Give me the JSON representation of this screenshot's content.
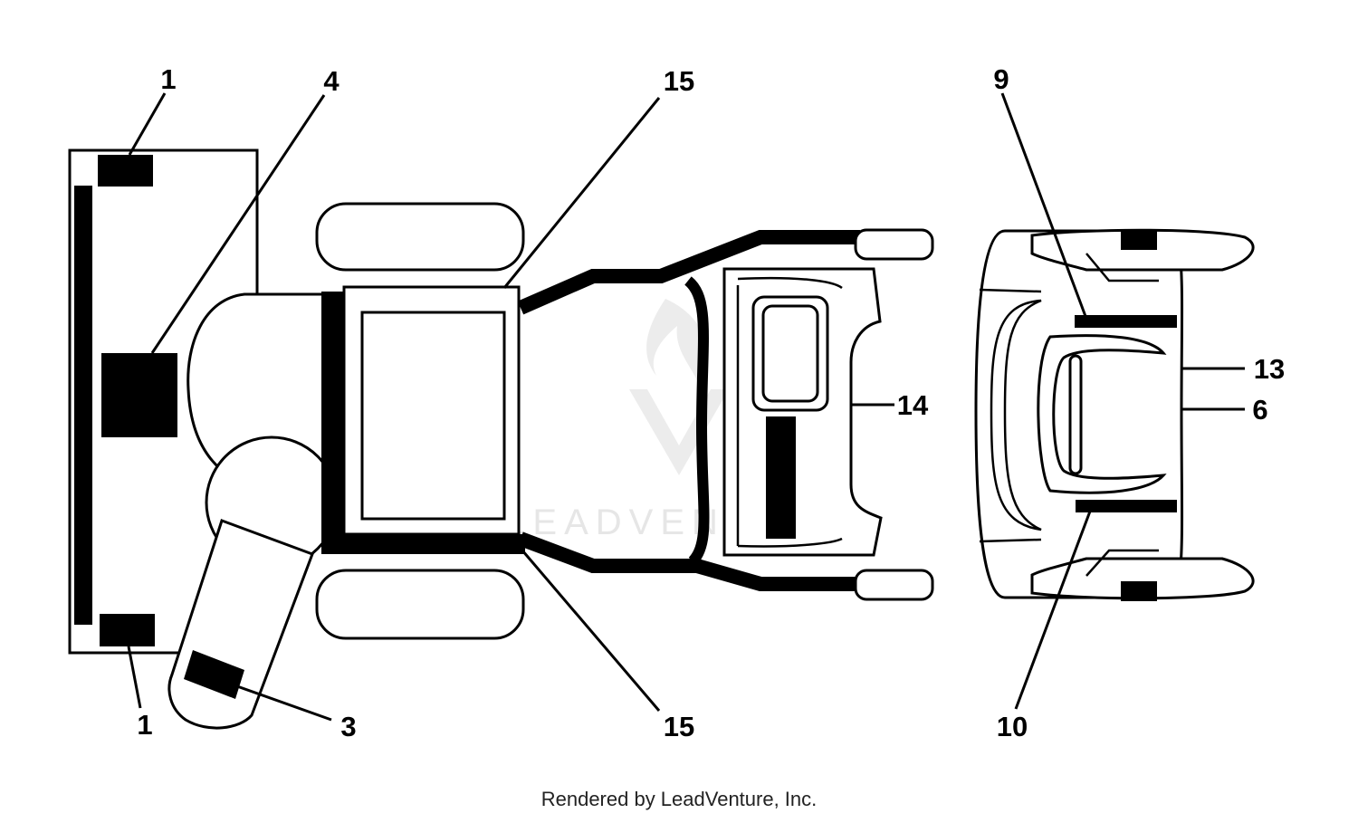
{
  "callouts": {
    "c1_top": "1",
    "c1_bottom": "1",
    "c3": "3",
    "c4": "4",
    "c6": "6",
    "c9": "9",
    "c10": "10",
    "c13": "13",
    "c14": "14",
    "c15_top": "15",
    "c15_bottom": "15"
  },
  "watermark": {
    "text": "LEADVENTURE"
  },
  "footer": {
    "text": "Rendered by LeadVenture, Inc."
  }
}
